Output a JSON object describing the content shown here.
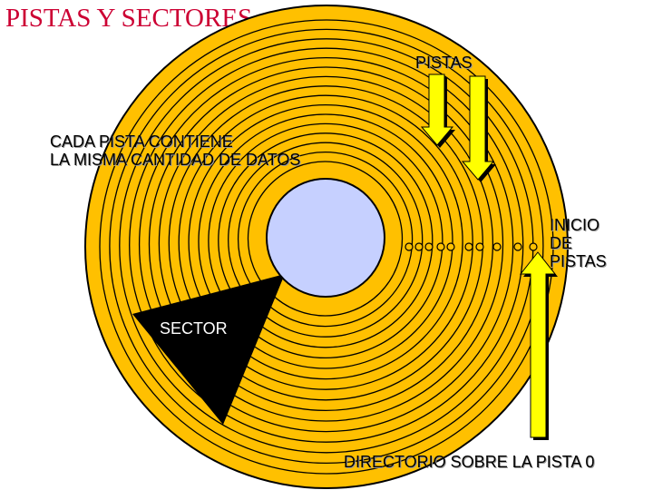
{
  "slide": {
    "title": "PISTAS Y SECTORES"
  },
  "labels": {
    "pistas": "PISTAS",
    "cada_line1": "CADA PISTA CONTIENE",
    "cada_line2": "LA MISMA CANTIDAD DE DATOS",
    "inicio_line1": "INICIO",
    "inicio_line2": "DE",
    "inicio_line3": "PISTAS",
    "sector": "SECTOR",
    "directorio": "DIRECTORIO SOBRE LA PISTA 0"
  },
  "colors": {
    "title": "#cc0033",
    "disk": "#ffc000",
    "hub": "#c6d0ff",
    "sector": "#000000",
    "arrow": "#ffff00"
  }
}
